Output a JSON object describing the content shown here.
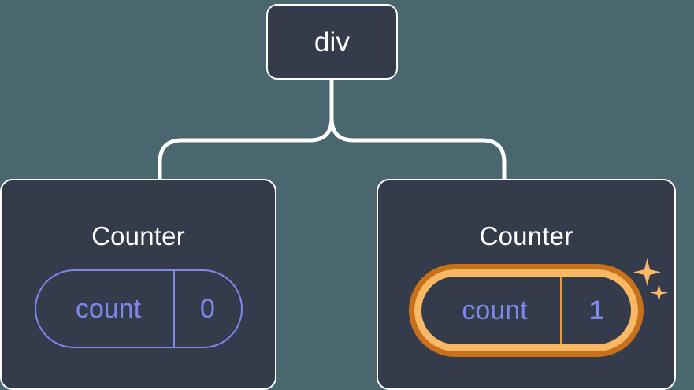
{
  "diagram": {
    "type": "component-tree",
    "background_color": "#4a666e",
    "node_fill_color": "#343c4b",
    "node_border_color": "#fdfdfd",
    "edge_color": "#ffffff",
    "state_color": "#8186ec",
    "highlight_outer_color": "#c8711a",
    "highlight_inner_color": "#f9b864",
    "root": {
      "label": "div"
    },
    "children": [
      {
        "label": "Counter",
        "state": {
          "key": "count",
          "value": "0"
        },
        "highlighted": false
      },
      {
        "label": "Counter",
        "state": {
          "key": "count",
          "value": "1"
        },
        "highlighted": true,
        "sparkles": [
          "sparkle-large",
          "sparkle-small"
        ]
      }
    ]
  }
}
